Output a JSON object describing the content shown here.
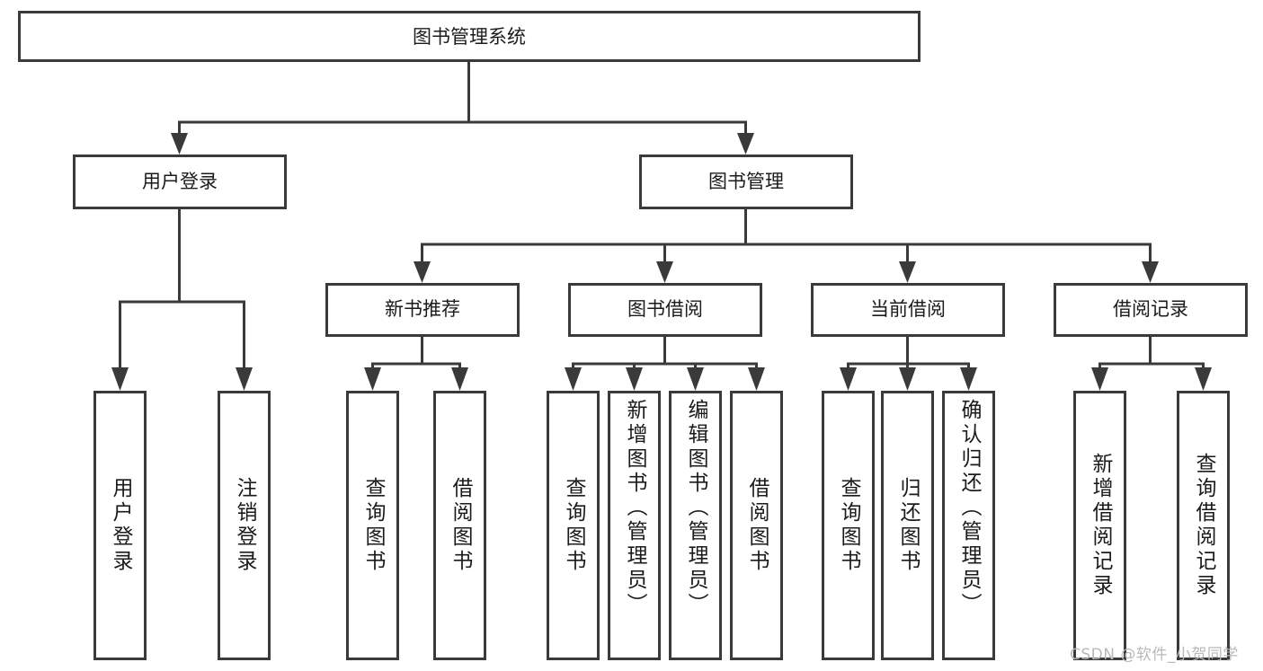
{
  "diagram": {
    "type": "tree",
    "title": "图书管理系统",
    "root": {
      "label": "图书管理系统",
      "children": [
        {
          "label": "用户登录",
          "children": [
            {
              "label": "用户登录"
            },
            {
              "label": "注销登录"
            }
          ]
        },
        {
          "label": "图书管理",
          "children": [
            {
              "label": "新书推荐",
              "children": [
                {
                  "label": "查询图书"
                },
                {
                  "label": "借阅图书"
                }
              ]
            },
            {
              "label": "图书借阅",
              "children": [
                {
                  "label": "查询图书"
                },
                {
                  "label": "新增图书（管理员）"
                },
                {
                  "label": "编辑图书（管理员）"
                },
                {
                  "label": "借阅图书"
                }
              ]
            },
            {
              "label": "当前借阅",
              "children": [
                {
                  "label": "查询图书"
                },
                {
                  "label": "归还图书"
                },
                {
                  "label": "确认归还（管理员）"
                }
              ]
            },
            {
              "label": "借阅记录",
              "children": [
                {
                  "label": "新增借阅记录"
                },
                {
                  "label": "查询借阅记录"
                }
              ]
            }
          ]
        }
      ]
    },
    "nodes": {
      "root_title": "图书管理系统",
      "l1_user_login": "用户登录",
      "l1_book_mgmt": "图书管理",
      "l2_new_book": "新书推荐",
      "l2_borrow": "图书借阅",
      "l2_current": "当前借阅",
      "l2_record": "借阅记录",
      "leaf_user_login": "用户登录",
      "leaf_logout": "注销登录",
      "leaf_nb_query": "查询图书",
      "leaf_nb_borrow": "借阅图书",
      "leaf_bb_query": "查询图书",
      "leaf_bb_add": "新增图书（管理员）",
      "leaf_bb_edit": "编辑图书（管理员）",
      "leaf_bb_borrow": "借阅图书",
      "leaf_cb_query": "查询图书",
      "leaf_cb_return": "归还图书",
      "leaf_cb_confirm": "确认归还（管理员）",
      "leaf_br_add": "新增借阅记录",
      "leaf_br_query": "查询借阅记录"
    },
    "colors": {
      "stroke": "#3a3a3a",
      "fill": "#ffffff",
      "text": "#1b1b1b",
      "watermark": "#b9b9b9"
    }
  },
  "watermark": {
    "text": "CSDN @软件_小贺同学"
  }
}
